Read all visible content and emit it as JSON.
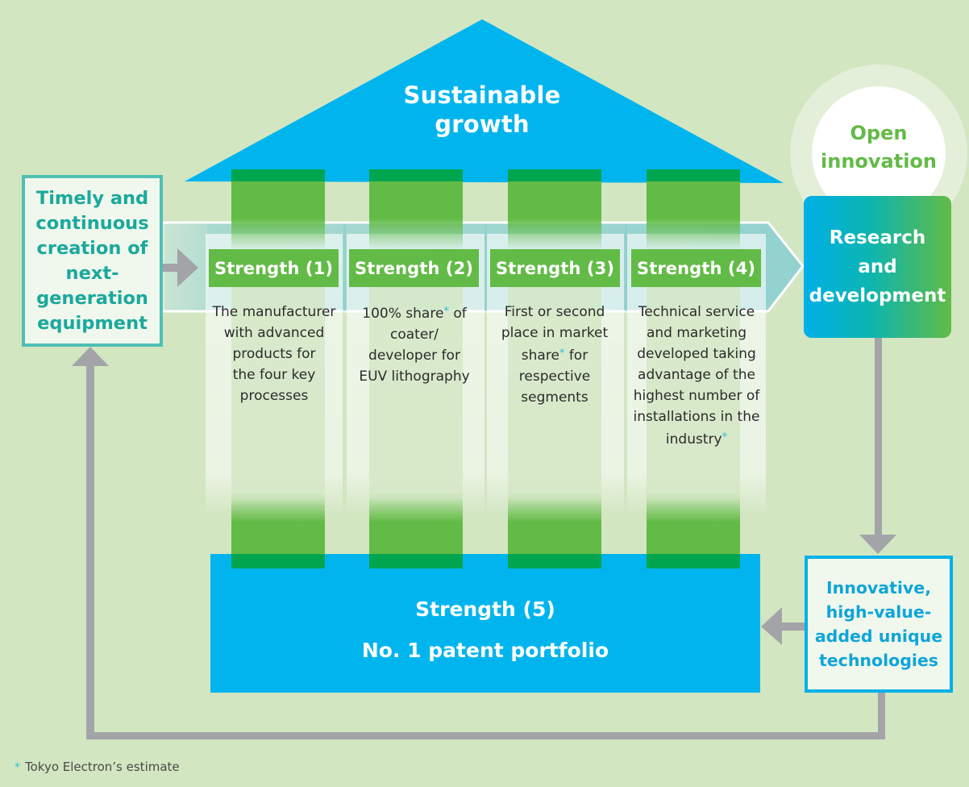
{
  "diagram": {
    "roof": {
      "title_line1": "Sustainable",
      "title_line2": "growth"
    },
    "left_box": {
      "lines": [
        "Timely and",
        "continuous",
        "creation of",
        "next-",
        "generation",
        "equipment"
      ]
    },
    "strengths": [
      {
        "label": "Strength (1)",
        "description_lines": [
          "The manufacturer",
          "with advanced",
          "products for",
          "the four key",
          "processes"
        ],
        "asterisk_after_line": null
      },
      {
        "label": "Strength (2)",
        "description_lines": [
          "100% share",
          "coater/",
          "developer for",
          "EUV lithography"
        ],
        "line1_suffix": " of",
        "asterisk_after_line": 0
      },
      {
        "label": "Strength (3)",
        "description_lines": [
          "First or second",
          "place in market",
          "share",
          "respective",
          "segments"
        ],
        "line3_suffix": " for",
        "asterisk_after_line": 2
      },
      {
        "label": "Strength (4)",
        "description_lines": [
          "Technical service",
          "and marketing",
          "developed taking",
          "advantage of the",
          "highest number of",
          "installations in the",
          "industry"
        ],
        "asterisk_after_line": 6
      }
    ],
    "base": {
      "label": "Strength (5)",
      "description": "No. 1 patent portfolio"
    },
    "open_innovation": {
      "line1": "Open",
      "line2": "innovation"
    },
    "rd_box": {
      "lines": [
        "Research",
        "and",
        "development"
      ]
    },
    "innovative_box": {
      "lines": [
        "Innovative,",
        "high-value-",
        "added unique",
        "technologies"
      ]
    },
    "footnote": {
      "mark": "*",
      "text": "Tokyo Electron’s estimate"
    },
    "asterisk_mark": "*",
    "flows": [
      {
        "from": "left_box",
        "to": "strengths_band",
        "direction": "right"
      },
      {
        "from": "strengths_band",
        "to": "rd_box",
        "direction": "right"
      },
      {
        "from": "rd_box",
        "to": "innovative_box",
        "direction": "down"
      },
      {
        "from": "innovative_box",
        "to": "base",
        "direction": "left"
      },
      {
        "from": "innovative_box",
        "to": "left_box",
        "direction": "loop-up"
      }
    ],
    "colors": {
      "background": "#d2e6c1",
      "roof_blue": "#00b5ee",
      "pillar_green": "#62bb46",
      "pillar_overlap_green": "#00a54f",
      "teal_border": "#4fbfb3",
      "teal_text": "#1aa99c",
      "innovative_blue": "#00b0e8",
      "arrow_gray": "#a3a4a8",
      "band_teal": "#9dd5d3",
      "asterisk_cyan": "#2cc0d8"
    }
  }
}
